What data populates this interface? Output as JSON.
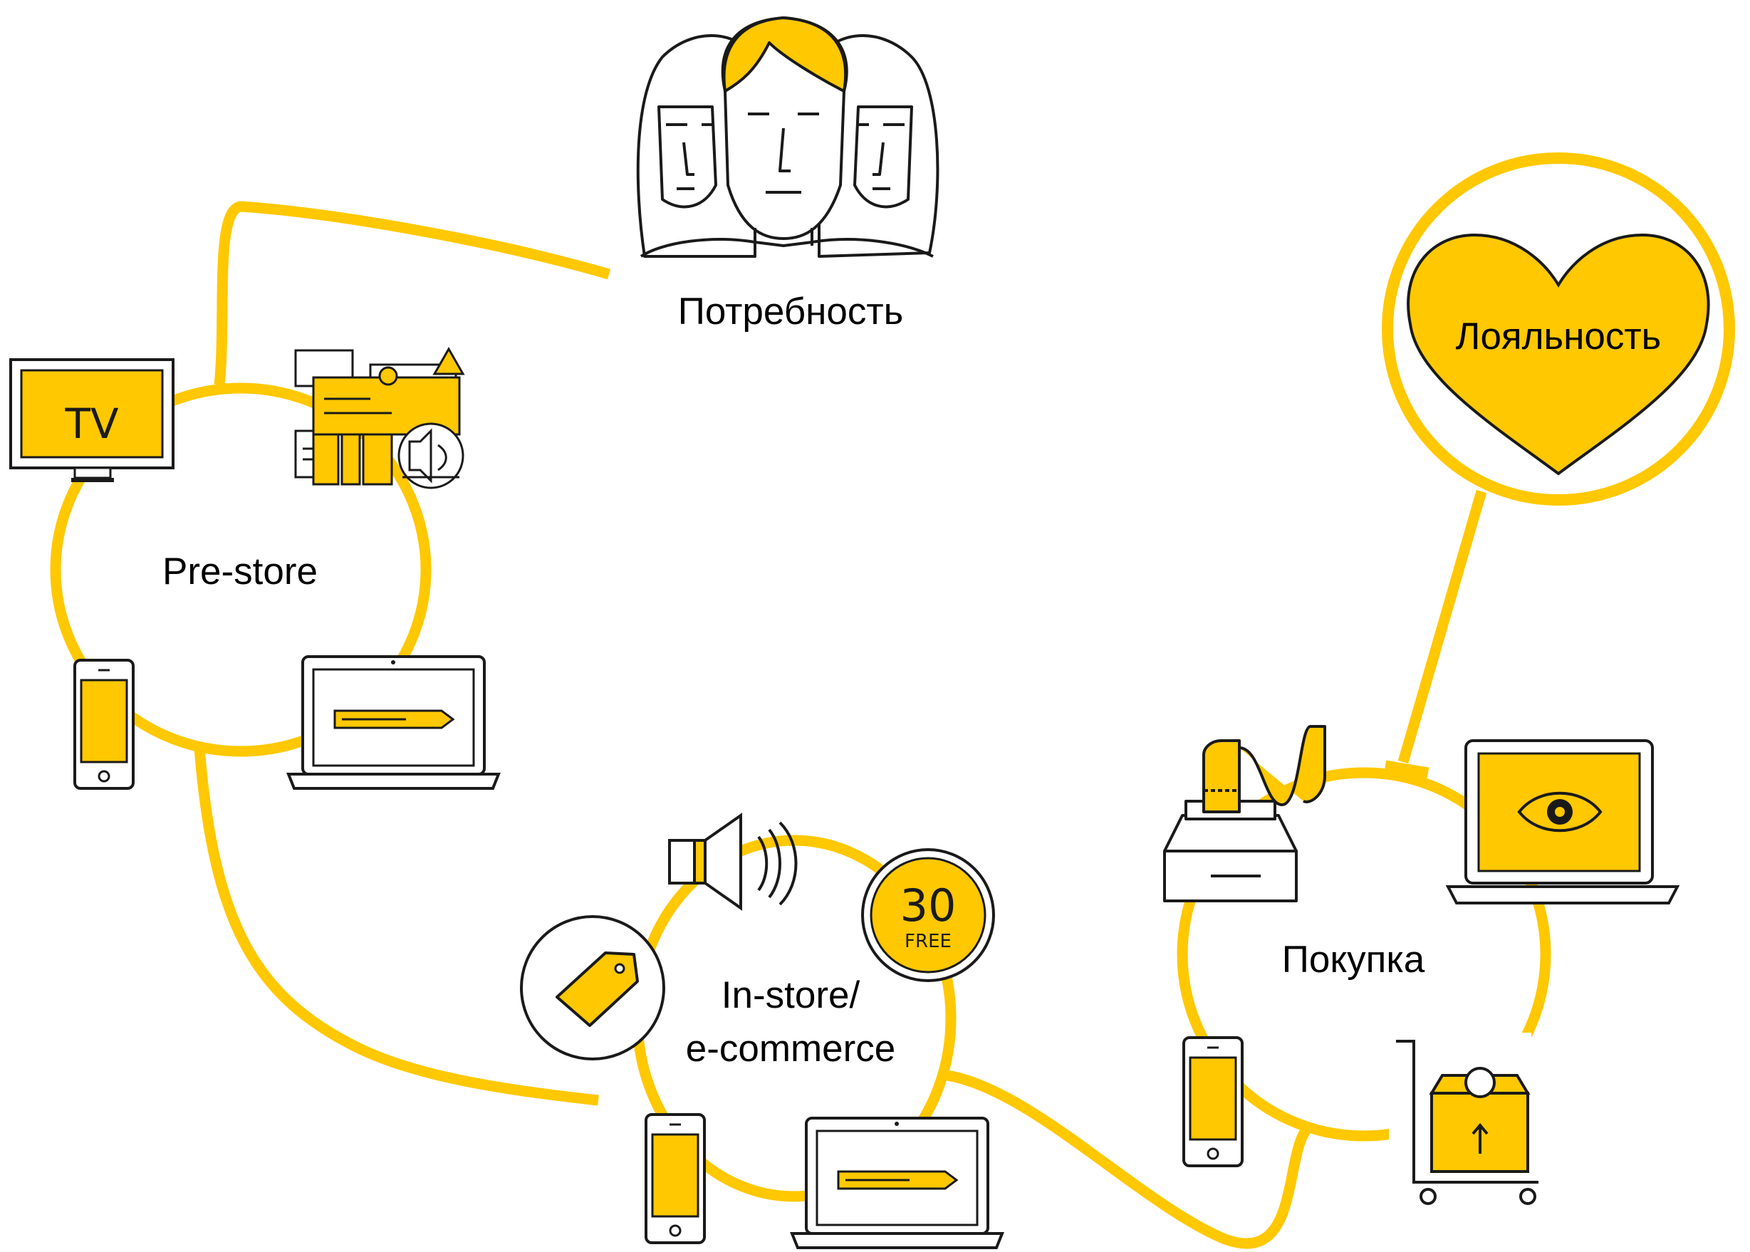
{
  "colors": {
    "accent": "#FFC800",
    "outline": "#1a1a1a",
    "background": "#ffffff"
  },
  "labels": {
    "need": "Потребность",
    "loyalty": "Лояльность",
    "prestore": "Pre-store",
    "instore_line1": "In-store/",
    "instore_line2": "e-commerce",
    "purchase": "Покупка"
  },
  "icon_text": {
    "tv": "TV",
    "promo_number": "30",
    "promo_word": "FREE"
  },
  "icons": [
    "people-icon",
    "heart-icon",
    "tv-icon",
    "newspaper-icon",
    "smartphone-icon",
    "laptop-icon",
    "speaker-icon",
    "discount-badge-icon",
    "price-tag-icon",
    "cash-register-icon",
    "laptop-eye-icon",
    "shopping-cart-icon"
  ]
}
